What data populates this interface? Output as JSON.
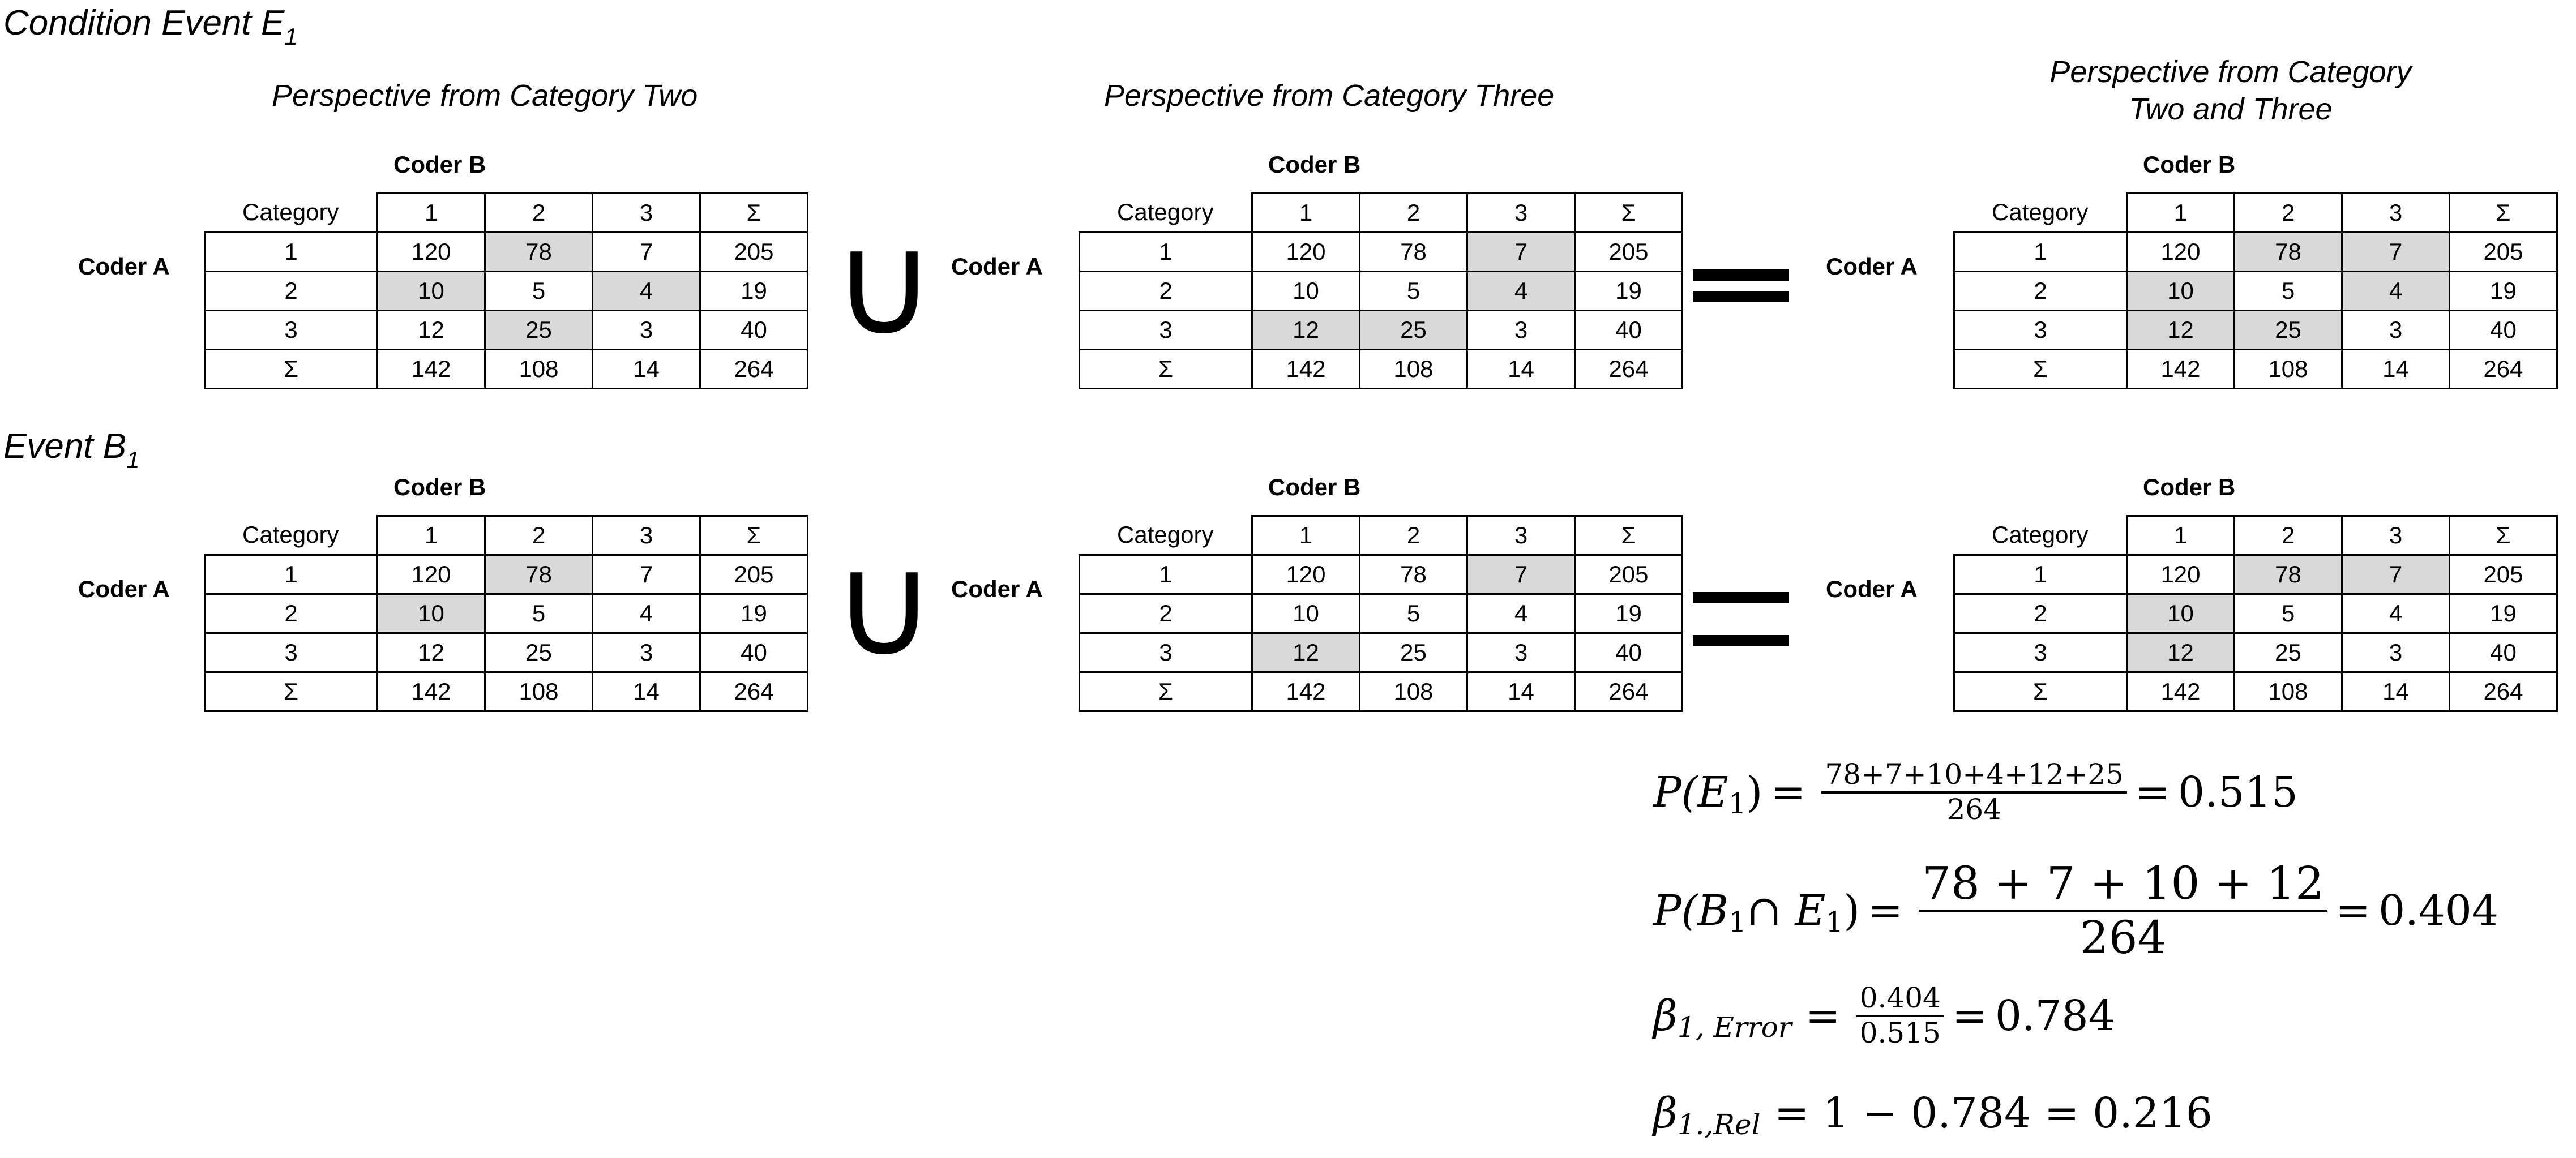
{
  "sections": [
    {
      "title_main": "Condition Event E",
      "title_sub": "1"
    },
    {
      "title_main": "Event B",
      "title_sub": "1"
    }
  ],
  "perspectives": [
    "Perspective from Category Two",
    "Perspective from Category Three",
    "Perspective from Category\nTwo and Three"
  ],
  "table_labels": {
    "coder_b": "Coder B",
    "coder_a": "Coder A",
    "header": [
      "Category",
      "1",
      "2",
      "3",
      "Σ"
    ],
    "rows": [
      [
        "1",
        "120",
        "78",
        "7",
        "205"
      ],
      [
        "2",
        "10",
        "5",
        "4",
        "19"
      ],
      [
        "3",
        "12",
        "25",
        "3",
        "40"
      ],
      [
        "Σ",
        "142",
        "108",
        "14",
        "264"
      ]
    ]
  },
  "tables": [
    {
      "id": "e1-cat-two",
      "highlight": [
        [
          0,
          2
        ],
        [
          1,
          1
        ],
        [
          1,
          3
        ],
        [
          2,
          2
        ]
      ]
    },
    {
      "id": "e1-cat-three",
      "highlight": [
        [
          0,
          3
        ],
        [
          1,
          3
        ],
        [
          2,
          1
        ],
        [
          2,
          2
        ]
      ]
    },
    {
      "id": "e1-union",
      "highlight": [
        [
          0,
          2
        ],
        [
          0,
          3
        ],
        [
          1,
          1
        ],
        [
          1,
          3
        ],
        [
          2,
          1
        ],
        [
          2,
          2
        ]
      ]
    },
    {
      "id": "b1-cat-two",
      "highlight": [
        [
          0,
          2
        ],
        [
          1,
          1
        ]
      ]
    },
    {
      "id": "b1-cat-three",
      "highlight": [
        [
          0,
          3
        ],
        [
          2,
          1
        ]
      ]
    },
    {
      "id": "b1-union",
      "highlight": [
        [
          0,
          2
        ],
        [
          0,
          3
        ],
        [
          1,
          1
        ],
        [
          2,
          1
        ]
      ]
    }
  ],
  "operators": {
    "union": "∪"
  },
  "formulas": {
    "p_e1": {
      "lhs_main": "P(E",
      "lhs_sub": "1",
      "lhs_close": ")",
      "num": "78+7+10+4+12+25",
      "den": "264",
      "result": "0.515"
    },
    "p_b1_e1": {
      "lhs_open": "P(B",
      "lhs_sub1": "1",
      "lhs_mid": " ∩ E",
      "lhs_sub2": "1",
      "lhs_close": " )",
      "num": "78 + 7 + 10 + 12",
      "den": "264",
      "result": "0.404"
    },
    "beta_error": {
      "symbol": "β",
      "sub": "1, Error",
      "num": "0.404",
      "den": "0.515",
      "result": "0.784"
    },
    "beta_rel": {
      "symbol": "β",
      "sub": "1.,Rel",
      "expr": "= 1 − 0.784 = 0.216"
    }
  }
}
